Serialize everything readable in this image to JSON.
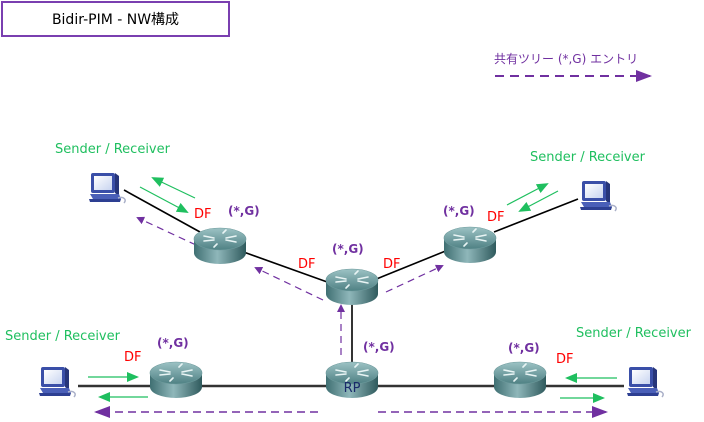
{
  "title": "Bidir-PIM - NW構成",
  "legend": {
    "label": "共有ツリー (*,G) エントリ",
    "line_color": "#7030a0"
  },
  "colors": {
    "sender_receiver": "#1fbf5f",
    "df": "#ff0000",
    "group_entry": "#7030a0",
    "link": "#000000"
  },
  "routers": [
    {
      "id": "r-upper-left",
      "entry": "(*,G)",
      "df": "DF"
    },
    {
      "id": "r-center",
      "entry": "(*,G)",
      "df_left": "DF",
      "df_right": "DF"
    },
    {
      "id": "r-upper-right",
      "entry": "(*,G)",
      "df": "DF"
    },
    {
      "id": "r-lower-left",
      "entry": "(*,G)",
      "df": "DF"
    },
    {
      "id": "r-rp",
      "entry": "(*,G)",
      "label": "RP"
    },
    {
      "id": "r-lower-right",
      "entry": "(*,G)",
      "df": "DF"
    }
  ],
  "hosts": [
    {
      "id": "h-upper-left",
      "label": "Sender / Receiver"
    },
    {
      "id": "h-upper-right",
      "label": "Sender / Receiver"
    },
    {
      "id": "h-lower-left",
      "label": "Sender / Receiver"
    },
    {
      "id": "h-lower-right",
      "label": "Sender / Receiver"
    }
  ]
}
